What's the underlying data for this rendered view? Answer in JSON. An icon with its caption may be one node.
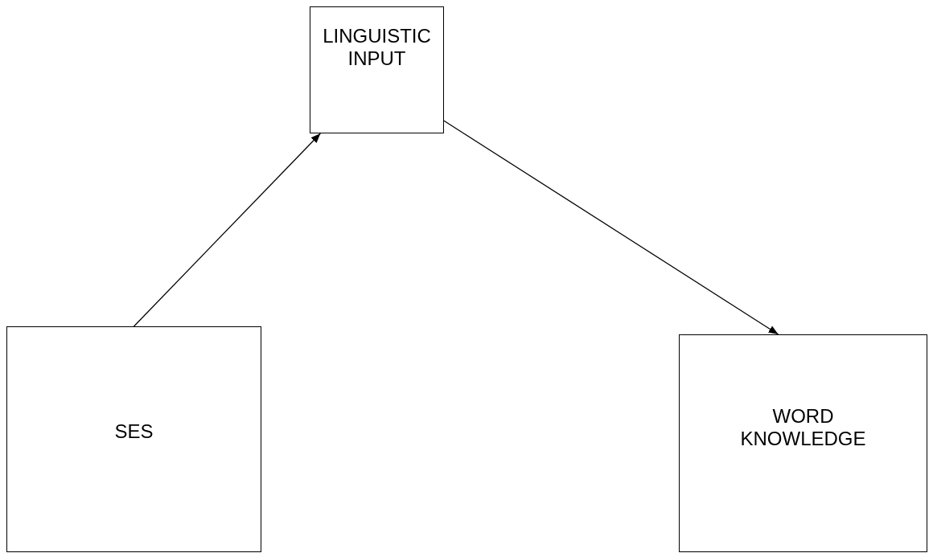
{
  "diagram": {
    "nodes": [
      {
        "text": [
          "LINGUISTIC INPUT"
        ]
      },
      {
        "text": [
          "SES"
        ]
      },
      {
        "text": [
          "WORD KNOWLEDGE"
        ]
      }
    ],
    "edges": [
      {
        "from": 1,
        "to": 0,
        "arrow": "to"
      },
      {
        "from": 0,
        "to": 2,
        "arrow": "to"
      }
    ]
  }
}
